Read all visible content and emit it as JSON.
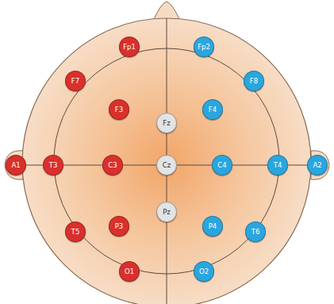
{
  "diagram": {
    "nodes": [
      {
        "text": [
          "Fp1"
        ]
      },
      {
        "text": [
          "Fp2"
        ]
      },
      {
        "text": [
          "F7"
        ]
      },
      {
        "text": [
          "F3"
        ]
      },
      {
        "text": [
          "Fz"
        ]
      },
      {
        "text": [
          "F4"
        ]
      },
      {
        "text": [
          "F8"
        ]
      },
      {
        "text": [
          "A1"
        ]
      },
      {
        "text": [
          "T3"
        ]
      },
      {
        "text": [
          "C3"
        ]
      },
      {
        "text": [
          "Cz"
        ]
      },
      {
        "text": [
          "C4"
        ]
      },
      {
        "text": [
          "T4"
        ]
      },
      {
        "text": [
          "A2"
        ]
      },
      {
        "text": [
          "T5"
        ]
      },
      {
        "text": [
          "P3"
        ]
      },
      {
        "text": [
          "Pz"
        ]
      },
      {
        "text": [
          "P4"
        ]
      },
      {
        "text": [
          "T6"
        ]
      },
      {
        "text": [
          "O1"
        ]
      },
      {
        "text": [
          "O2"
        ]
      }
    ]
  }
}
